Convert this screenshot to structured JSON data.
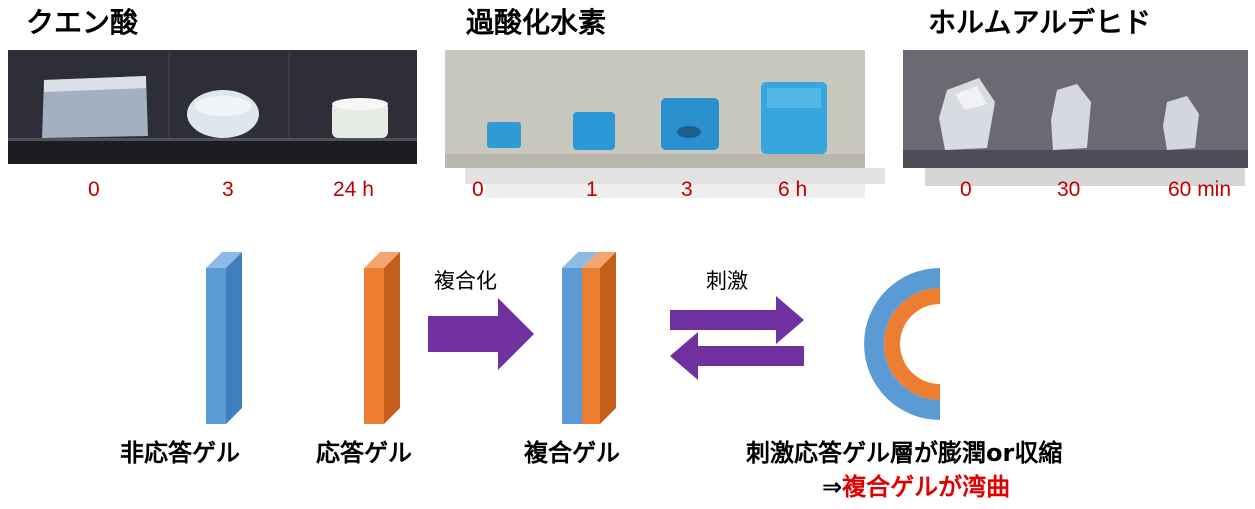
{
  "experiments": [
    {
      "title": "クエン酸",
      "times": [
        "0",
        "3",
        "24 h"
      ]
    },
    {
      "title": "過酸化水素",
      "times": [
        "0",
        "1",
        "3",
        "6 h"
      ]
    },
    {
      "title": "ホルムアルデヒド",
      "times": [
        "0",
        "30",
        "60 min"
      ]
    }
  ],
  "diagram": {
    "non_responsive_gel": "非応答ゲル",
    "responsive_gel": "応答ゲル",
    "composite_gel": "複合ゲル",
    "compose_label": "複合化",
    "stimulus_label": "刺激",
    "caption_line1": "刺激応答ゲル層が膨潤or収縮",
    "caption_line2_prefix": "⇒",
    "caption_line2_highlight": "複合ゲルが湾曲"
  },
  "colors": {
    "blue": "#5b9bd5",
    "orange": "#ed7d31",
    "purple": "#7030a0",
    "label_red": "#c00000",
    "highlight_red": "#e00000"
  }
}
